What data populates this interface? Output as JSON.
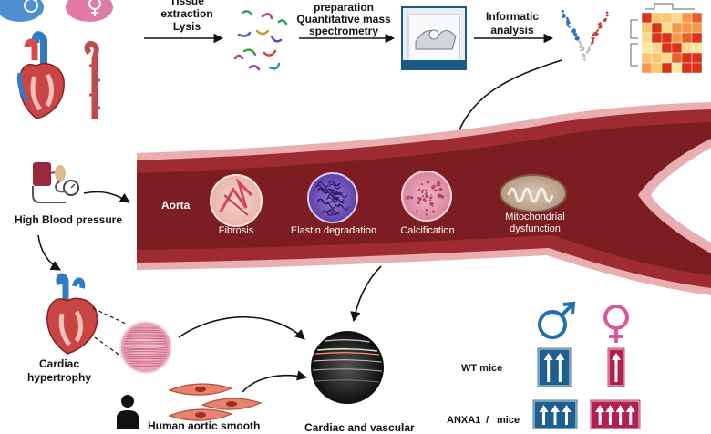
{
  "workflow": {
    "step1_line1": "Tissue",
    "step1_line2": "extraction",
    "step1_line3": "Lysis",
    "step2_line1": "preparation",
    "step2_line2": "Quantitative mass",
    "step2_line3": "spectrometry",
    "step3_line1": "Informatic",
    "step3_line2": "analysis"
  },
  "left": {
    "hbp_label": "High Blood pressure",
    "cardiac_line1": "Cardiac",
    "cardiac_line2": "hypertrophy",
    "human_line1": "Human aortic smooth"
  },
  "aorta": {
    "label": "Aorta",
    "fibrosis": "Fibrosis",
    "elastin": "Elastin degradation",
    "calcification": "Calcification",
    "mito_line1": "Mitochondrial",
    "mito_line2": "dysfunction"
  },
  "bottom": {
    "outcome_label": "Cardiac and vascular",
    "wt_label": "WT mice",
    "anxa_label": "ANXA1⁻/⁻ mice"
  },
  "colors": {
    "male": "#1f6fb2",
    "female": "#d9589a",
    "vessel_outer": "#e8aeb0",
    "vessel_wall": "#9e2b31",
    "vessel_lumen": "#7c1d22",
    "arrow_blue": "#1e5f8e",
    "arrow_pink": "#b3204f"
  }
}
